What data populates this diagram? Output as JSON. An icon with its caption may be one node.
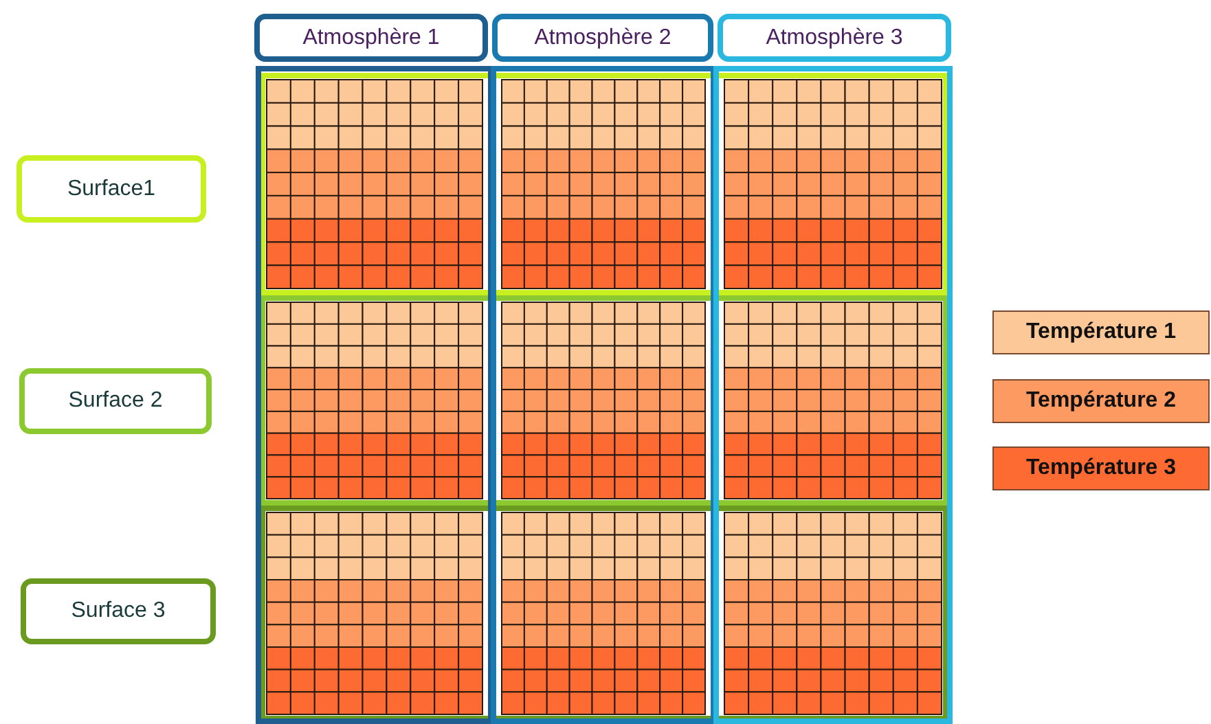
{
  "diagram": {
    "nodes": [
      {
        "text": [
          "Atmosphère 1"
        ]
      },
      {
        "text": [
          "Atmosphère 2"
        ]
      },
      {
        "text": [
          "Atmosphère 3"
        ]
      },
      {
        "text": [
          "Surface1"
        ]
      },
      {
        "text": [
          "Surface 2"
        ]
      },
      {
        "text": [
          "Surface 3"
        ]
      }
    ],
    "legend": [
      {
        "text": "Température 1",
        "color": "#fdc898"
      },
      {
        "text": "Température 2",
        "color": "#fd9a62"
      },
      {
        "text": "Température 3",
        "color": "#fd6a32"
      }
    ]
  }
}
